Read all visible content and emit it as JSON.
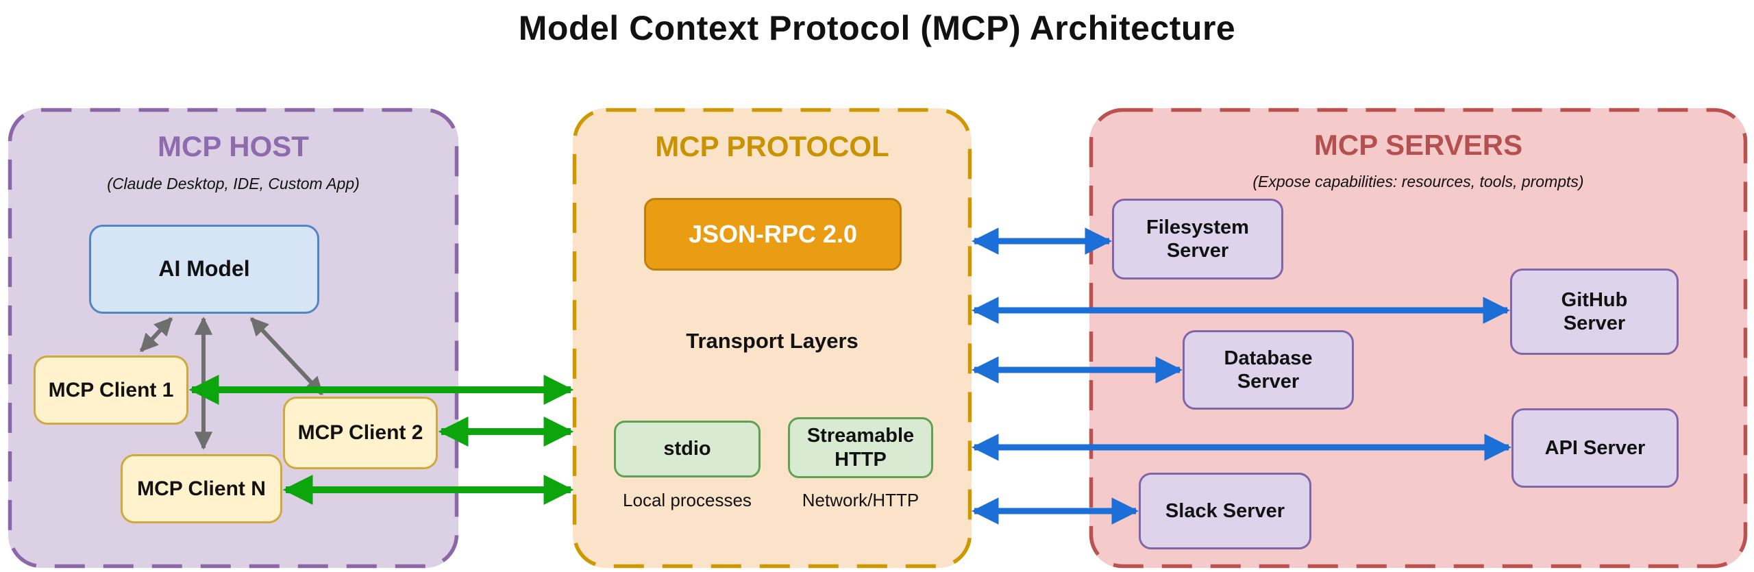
{
  "title": "Model Context Protocol (MCP) Architecture",
  "host": {
    "title": "MCP HOST",
    "subtitle": "(Claude Desktop, IDE, Custom App)",
    "ai_model": "AI Model",
    "clients": [
      "MCP Client 1",
      "MCP Client 2",
      "MCP Client N"
    ]
  },
  "protocol": {
    "title": "MCP PROTOCOL",
    "json_rpc": "JSON-RPC 2.0",
    "transport_heading": "Transport Layers",
    "transports": [
      {
        "name": "stdio",
        "caption": "Local processes"
      },
      {
        "name": "Streamable HTTP",
        "caption": "Network/HTTP"
      }
    ]
  },
  "servers": {
    "title": "MCP SERVERS",
    "subtitle": "(Expose capabilities: resources, tools, prompts)",
    "items": [
      "Filesystem Server",
      "GitHub Server",
      "Database Server",
      "API Server",
      "Slack Server"
    ]
  },
  "connections": {
    "host_internal": "AI Model to MCP Clients (bidirectional)",
    "host_to_protocol": "MCP Clients to MCP Protocol (bidirectional, green)",
    "protocol_to_servers": "MCP Protocol to MCP Servers (bidirectional, blue)"
  },
  "colors": {
    "host_fill": "#DCD0E4",
    "host_border": "#8C67A8",
    "host_title": "#8E6BAD",
    "protocol_fill": "#FBE3C9",
    "protocol_border": "#CE9800",
    "protocol_title": "#C89200",
    "servers_fill": "#F5CACA",
    "servers_border": "#BC5250",
    "servers_title": "#B55050",
    "ai_model_fill": "#D5E5F6",
    "ai_model_border": "#5186C5",
    "client_fill": "#FFF2CC",
    "client_border": "#D0A93E",
    "json_rpc_fill": "#EA9C12",
    "json_rpc_text": "#FFFFFF",
    "transport_fill": "#D9EAD3",
    "transport_border": "#61A053",
    "server_box_fill": "#DDD3EA",
    "server_box_border": "#8065A8",
    "arrow_green": "#0CA60C",
    "arrow_blue": "#1C6FD6",
    "arrow_gray": "#6E6E6E"
  }
}
